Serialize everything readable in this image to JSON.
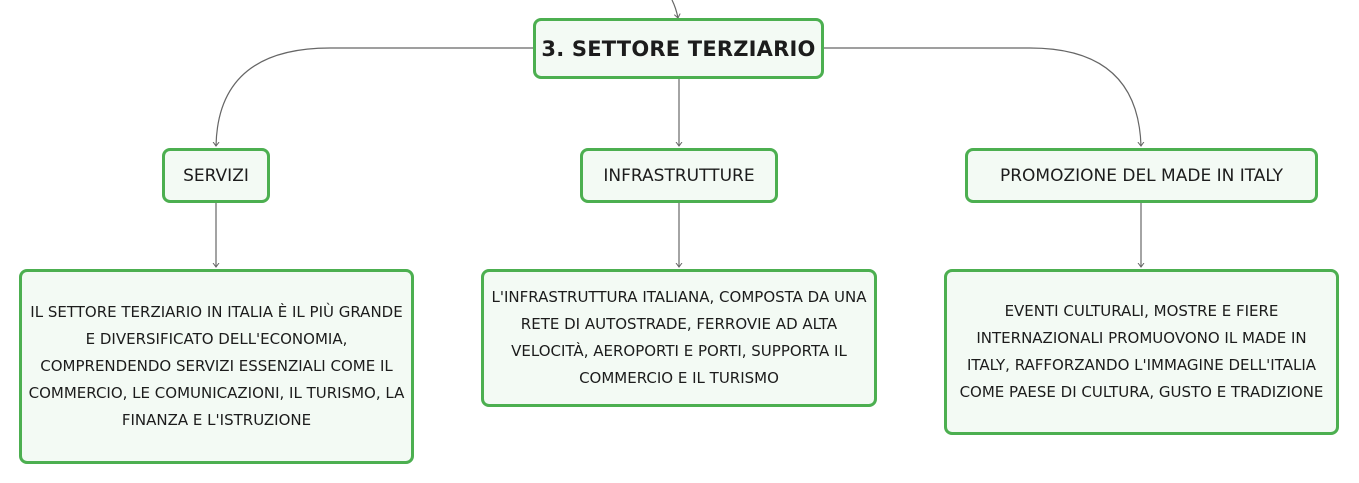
{
  "root": {
    "label": "3. SETTORE TERZIARIO"
  },
  "branches": [
    {
      "label": "SERVIZI",
      "description": "IL SETTORE TERZIARIO IN ITALIA È IL PIÙ GRANDE E DIVERSIFICATO DELL'ECONOMIA, COMPRENDENDO SERVIZI ESSENZIALI COME IL COMMERCIO, LE COMUNICAZIONI, IL TURISMO, LA FINANZA E L'ISTRUZIONE"
    },
    {
      "label": "INFRASTRUTTURE",
      "description": "L'INFRASTRUTTURA ITALIANA, COMPOSTA DA UNA RETE DI AUTOSTRADE, FERROVIE AD ALTA VELOCITÀ, AEROPORTI E PORTI, SUPPORTA IL COMMERCIO E IL TURISMO"
    },
    {
      "label": "PROMOZIONE DEL MADE IN ITALY",
      "description": "EVENTI CULTURALI, MOSTRE E FIERE INTERNAZIONALI PROMUOVONO IL MADE IN ITALY, RAFFORZANDO L'IMMAGINE DELL'ITALIA COME PAESE DI CULTURA, GUSTO E TRADIZIONE"
    }
  ],
  "colors": {
    "node_border": "#4caf50",
    "node_fill": "#f3faf4",
    "connector": "#666666"
  }
}
